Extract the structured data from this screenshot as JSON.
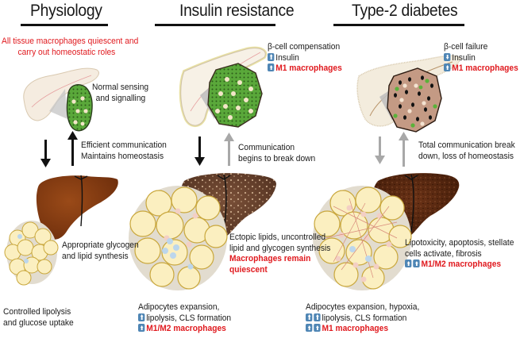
{
  "columns": [
    {
      "title": "Physiology",
      "top_note": [
        "All tissue macrophages quiescent and",
        "carry out homeostatic roles"
      ],
      "pancreas_note": [
        "Normal sensing",
        "and signalling"
      ],
      "arrow_note": [
        "Efficient communication",
        "Maintains homeostasis"
      ],
      "liver_note": [
        "Appropriate glycogen",
        "and lipid synthesis"
      ],
      "adipose_note": [
        "Controlled lipolysis",
        "and glucose uptake"
      ]
    },
    {
      "title": "Insulin resistance",
      "pancreas_note": {
        "heading": "β-cell compensation",
        "items": [
          {
            "icon": "up-arrow-icon",
            "text": "Insulin",
            "emphasis": false
          },
          {
            "icon": "up-arrow-icon",
            "text": "M1 macrophages",
            "emphasis": true
          }
        ]
      },
      "arrow_note": [
        "Communication",
        "begins to break down"
      ],
      "liver_note": [
        "Ectopic lipids, uncontrolled",
        "lipid and glycogen synthesis"
      ],
      "liver_emphasis": [
        "Macrophages remain",
        "quiescent"
      ],
      "adipose_note": {
        "heading": "Adipocytes expansion,",
        "items": [
          {
            "icon": "up-arrow-icon",
            "text": "lipolysis, CLS formation",
            "emphasis": false
          },
          {
            "icon": "up-arrow-icon",
            "text": "M1/M2 macrophages",
            "emphasis": true
          }
        ]
      }
    },
    {
      "title": "Type-2 diabetes",
      "pancreas_note": {
        "heading": "β-cell failure",
        "items": [
          {
            "icon": "down-arrow-icon",
            "text": "Insulin",
            "emphasis": false
          },
          {
            "icon": "up-arrow-icon",
            "text": "M1 macrophages",
            "emphasis": true
          }
        ]
      },
      "arrow_note": [
        "Total communication break",
        "down, loss of homeostasis"
      ],
      "liver_note": [
        "Lipotoxicity, apoptosis, stellate",
        "cells activate, fibrosis"
      ],
      "liver_item": {
        "icon": "double-up-arrow-icon",
        "text": "M1/M2 macrophages",
        "emphasis": true
      },
      "adipose_note": {
        "heading": "Adipocytes expansion, hypoxia,",
        "items": [
          {
            "icon": "double-up-arrow-icon",
            "text": "lipolysis, CLS formation",
            "emphasis": false
          },
          {
            "icon": "double-up-arrow-icon",
            "text": "M1 macrophages",
            "emphasis": true
          }
        ]
      }
    }
  ],
  "colors": {
    "emphasis_red": "#e0191e",
    "icon_blue": "#4f86b5",
    "islet_green": "#5aa83a",
    "liver_healthy": "#8a3d12",
    "liver_fatty": "#6b4430",
    "liver_fibrotic": "#5a2a10",
    "adipocyte": "#fbefc0",
    "arrow_black": "#111111",
    "arrow_grey": "#a8a8a8"
  }
}
